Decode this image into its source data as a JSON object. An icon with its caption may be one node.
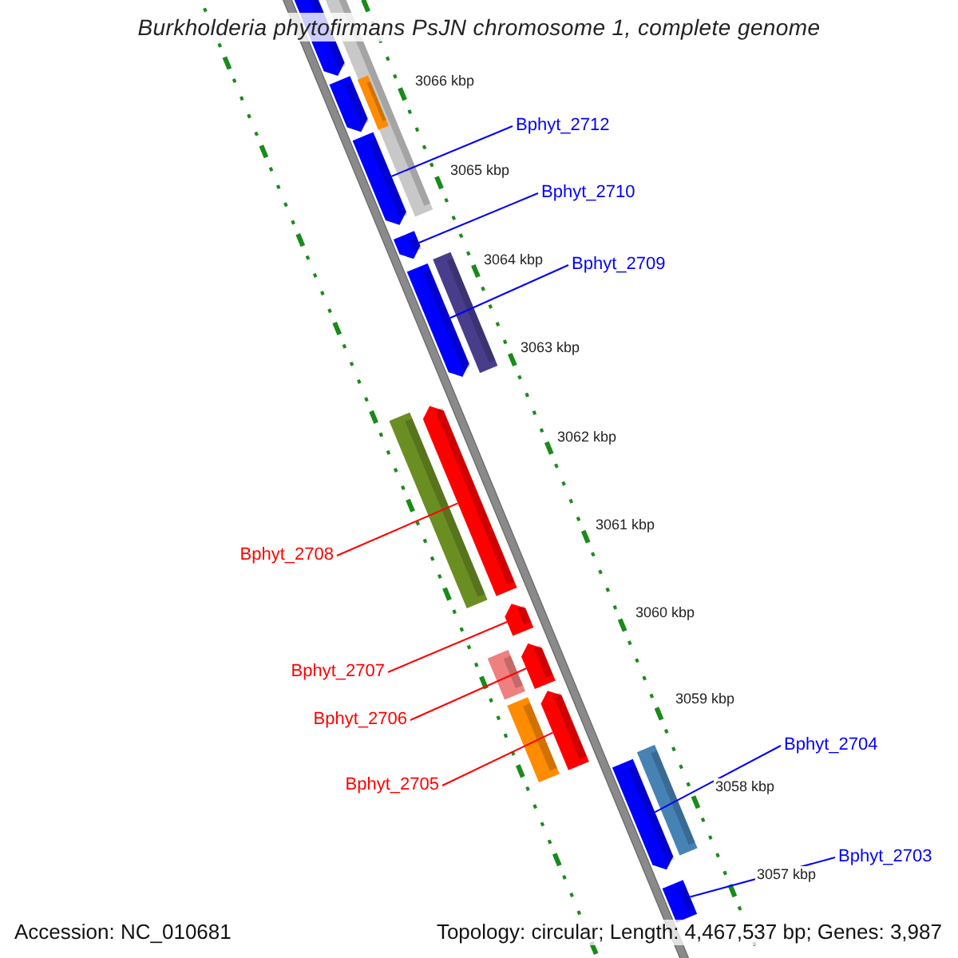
{
  "diagram": {
    "title": "Burkholderia phytofirmans PsJN chromosome 1, complete genome",
    "nodes": [
      {
        "text": [
          "Bphyt_2712"
        ]
      },
      {
        "text": [
          "Bphyt_2710"
        ]
      },
      {
        "text": [
          "Bphyt_2709"
        ]
      },
      {
        "text": [
          "Bphyt_2708"
        ]
      },
      {
        "text": [
          "Bphyt_2707"
        ]
      },
      {
        "text": [
          "Bphyt_2706"
        ]
      },
      {
        "text": [
          "Bphyt_2704"
        ]
      },
      {
        "text": [
          "Bphyt_2705"
        ]
      },
      {
        "text": [
          "Bphyt_2703"
        ]
      },
      {
        "text": [],
        "shape": "arrow"
      },
      {
        "text": [],
        "shape": "arrow"
      },
      {
        "text": [],
        "shape": "arrow"
      },
      {
        "text": [],
        "shape": "arrow"
      },
      {
        "text": [],
        "shape": "arrow"
      },
      {
        "text": [],
        "shape": "arrow"
      },
      {
        "text": [],
        "shape": "arrow"
      },
      {
        "text": [],
        "shape": "arrow"
      },
      {
        "text": [],
        "shape": "arrow"
      }
    ],
    "edges": [
      {
        "from": 0,
        "to": 9,
        "arrow": "none"
      },
      {
        "from": 1,
        "to": 10,
        "arrow": "none"
      },
      {
        "from": 2,
        "to": 11,
        "arrow": "none"
      },
      {
        "from": 3,
        "to": 12,
        "arrow": "none",
        "color": "#ff0000"
      },
      {
        "from": 4,
        "to": 13,
        "arrow": "none",
        "color": "#ff0000"
      },
      {
        "from": 5,
        "to": 14,
        "arrow": "none",
        "color": "#ff0000"
      },
      {
        "from": 6,
        "to": 16,
        "arrow": "none"
      },
      {
        "from": 7,
        "to": 15,
        "arrow": "none",
        "color": "#ff0000"
      },
      {
        "from": 8,
        "to": 17,
        "arrow": "none"
      }
    ],
    "labels": [
      "3066 kbp",
      "3065 kbp",
      "3064 kbp",
      "3063 kbp",
      "3062 kbp",
      "3061 kbp",
      "3060 kbp",
      "3059 kbp",
      "3058 kbp",
      "3057 kbp",
      "Accession: NC_010681",
      "Topology: circular; Length: 4,467,537 bp; Genes: 3,987"
    ]
  }
}
